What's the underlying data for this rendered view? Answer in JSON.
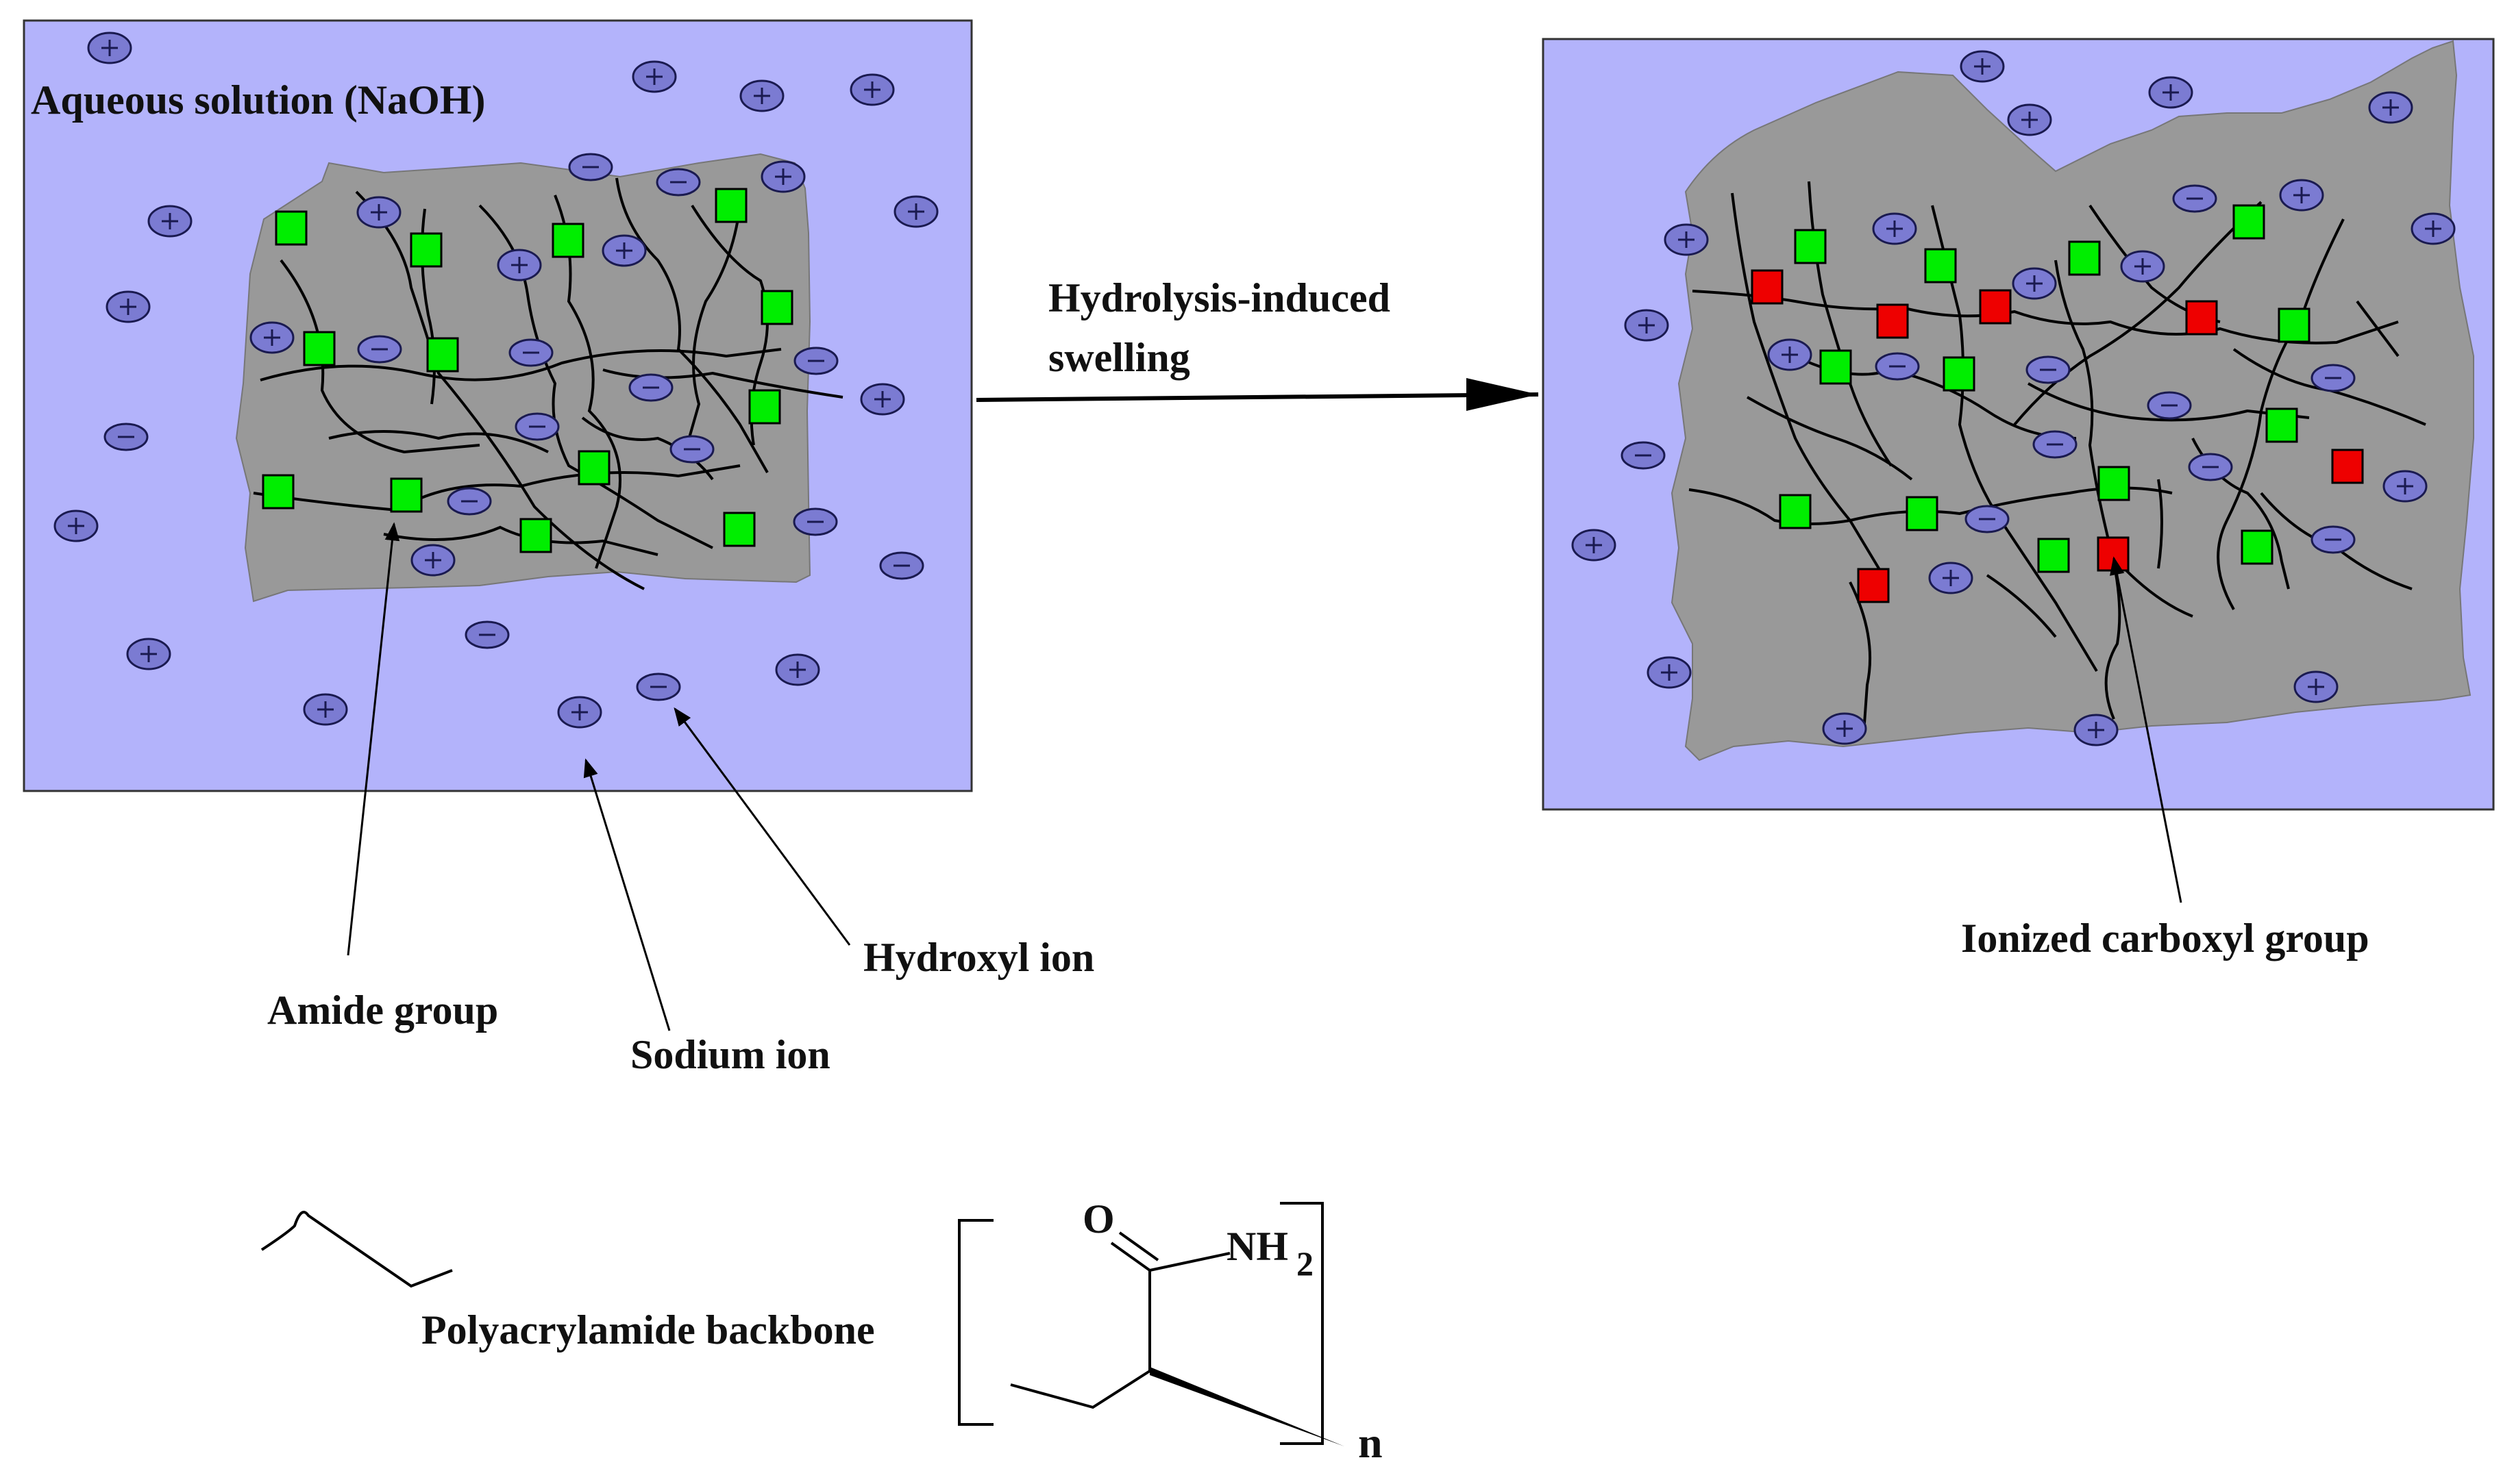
{
  "left_panel": {
    "title": "Aqueous solution (NaOH)"
  },
  "process_arrow": {
    "line1": "Hydrolysis-induced",
    "line2": "swelling"
  },
  "annotations": {
    "amide_group": "Amide group",
    "sodium_ion": "Sodium ion",
    "hydroxyl_ion": "Hydroxyl ion",
    "ionized_carboxyl_group": "Ionized carboxyl group"
  },
  "legend": {
    "backbone_label": "Polyacrylamide backbone"
  },
  "structure": {
    "oxygen": "O",
    "amine": "NH",
    "amine_subscript": "2",
    "repeat": "n"
  },
  "ion_symbols": {
    "cation": "+",
    "anion": "−"
  },
  "colors": {
    "solution": "#b3b3fb",
    "gel": "#999999",
    "ion_fill": "#7b7bd2",
    "amide": "#00ee00",
    "carboxylate": "#ee0000"
  }
}
